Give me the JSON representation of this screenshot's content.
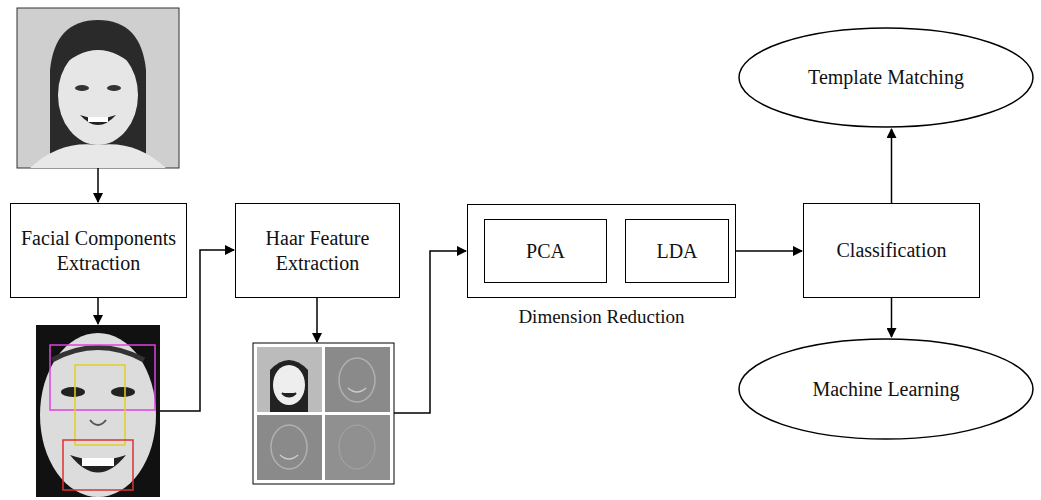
{
  "diagram": {
    "nodes": [
      {
        "text": [
          "Facial Components Extraction"
        ]
      },
      {
        "text": [
          "Haar Feature Extraction"
        ]
      },
      {
        "text": [
          "Dimension Reduction"
        ]
      },
      {
        "text": [
          "PCA"
        ],
        "in": 2
      },
      {
        "text": [
          "LDA"
        ],
        "in": 2
      },
      {
        "text": [
          "Classification"
        ]
      },
      {
        "text": [
          "Template Matching"
        ]
      },
      {
        "text": [
          "Machine Learning"
        ]
      }
    ],
    "edges": [
      {
        "from": 3,
        "to": 4,
        "arrow": "to"
      },
      {
        "from": 2,
        "to": 5,
        "arrow": "to"
      },
      {
        "from": 5,
        "to": 6,
        "arrow": "to"
      },
      {
        "from": 5,
        "to": 7,
        "arrow": "to"
      }
    ]
  }
}
